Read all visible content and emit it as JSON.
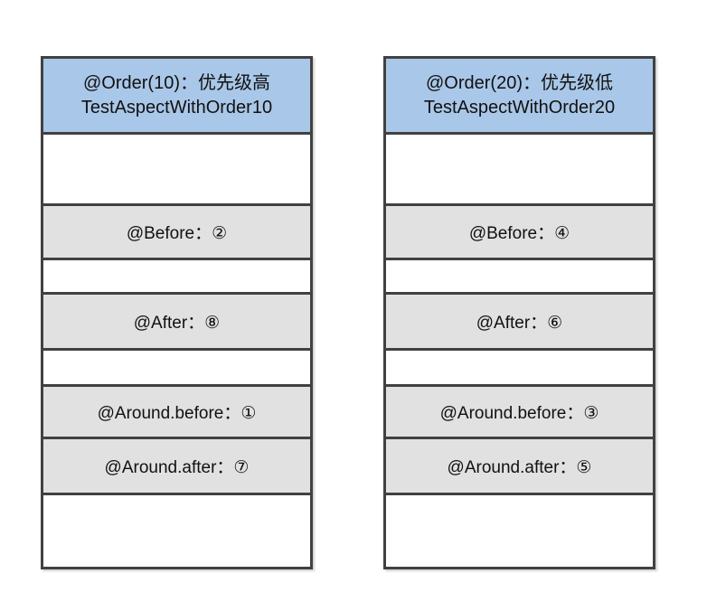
{
  "colors": {
    "background": "#ffffff",
    "border": "#414141",
    "header_bg": "#a9c7e8",
    "step_bg": "#e1e1e1",
    "text": "#111111"
  },
  "columns": [
    {
      "header": {
        "line1": "@Order(10)：优先级高",
        "line2": "TestAspectWithOrder10"
      },
      "cells": {
        "before": "@Before：②",
        "after": "@After：⑧",
        "around_before": "@Around.before：①",
        "around_after": "@Around.after：⑦"
      }
    },
    {
      "header": {
        "line1": "@Order(20)：优先级低",
        "line2": "TestAspectWithOrder20"
      },
      "cells": {
        "before": "@Before：④",
        "after": "@After：⑥",
        "around_before": "@Around.before：③",
        "around_after": "@Around.after：⑤"
      }
    }
  ]
}
